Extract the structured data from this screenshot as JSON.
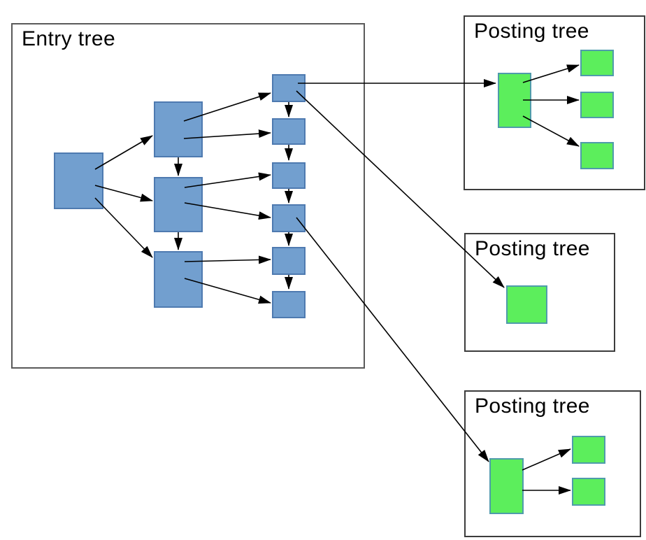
{
  "entry_tree": {
    "label": "Entry tree"
  },
  "posting_trees": [
    {
      "label": "Posting tree"
    },
    {
      "label": "Posting tree"
    },
    {
      "label": "Posting tree"
    }
  ],
  "colors": {
    "entry_node_fill": "#729fcf",
    "entry_node_border": "#4e7ab0",
    "posting_node_fill": "#5cee5c",
    "posting_node_border": "#4f9bab",
    "entry_frame_border": "#5a5a5a",
    "posting_frame_border": "#3c3c3c",
    "arrow_color": "#000000",
    "label_color": "#000000",
    "page_bg": "#ffffff"
  }
}
